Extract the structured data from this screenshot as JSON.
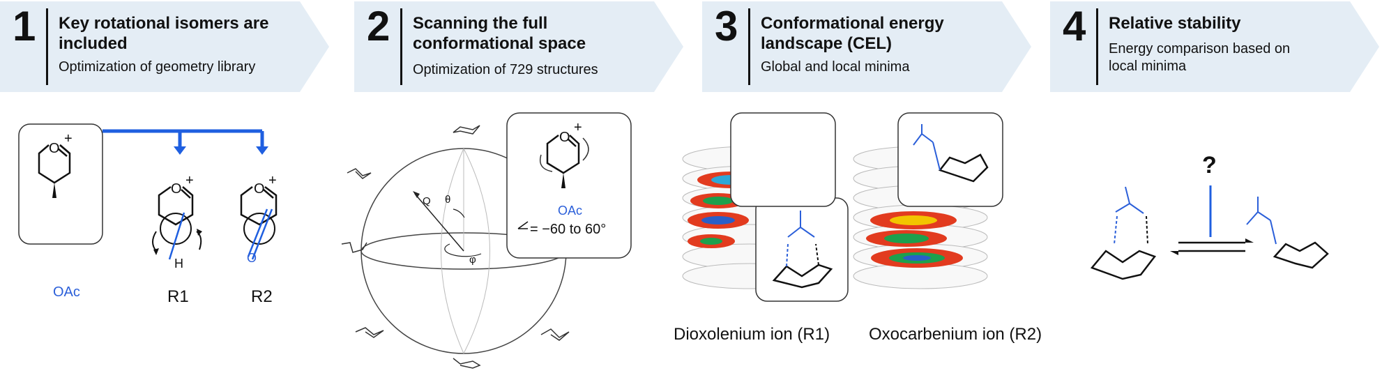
{
  "steps": [
    {
      "number": "1",
      "title": "Key rotational isomers are included",
      "subtitle": "Optimization of geometry library"
    },
    {
      "number": "2",
      "title": "Scanning the full conformational space",
      "subtitle": "Optimization of 729 structures"
    },
    {
      "number": "3",
      "title": "Conformational energy landscape (CEL)",
      "subtitle": "Global and local minima"
    },
    {
      "number": "4",
      "title": "Relative stability",
      "subtitle": "Energy comparison based on local minima"
    }
  ],
  "panel1": {
    "parent_substituent": "OAc",
    "r1_label": "R1",
    "r2_label": "R2",
    "r1_h": "H",
    "r2_o": "O",
    "ring_o": "O",
    "plus": "+"
  },
  "panel2": {
    "q_label": "Q",
    "theta_label": "θ",
    "phi_label": "φ",
    "inset_substituent": "OAc",
    "dihedral_text": "= −60 to 60°"
  },
  "panel3": {
    "label_r1": "Dioxolenium ion (R1)",
    "label_r2": "Oxocarbenium ion (R2)"
  },
  "panel4": {
    "question": "?"
  },
  "colors": {
    "arrow_fill": "#e4edf5",
    "accent_blue": "#1f5fe0",
    "structure_blue": "#2b5fd9"
  }
}
